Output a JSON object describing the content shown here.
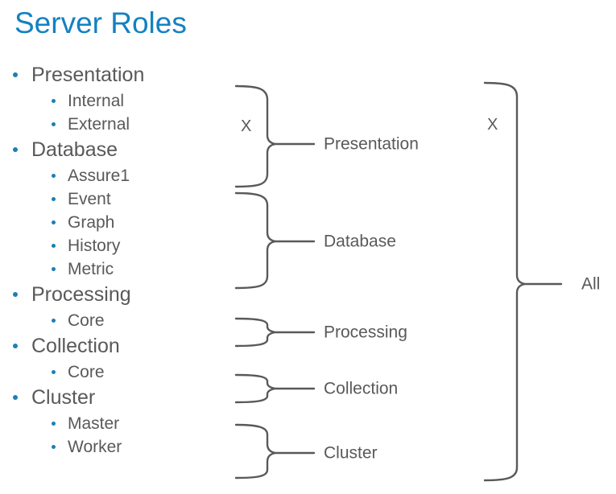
{
  "slide": {
    "title": "Server Roles",
    "background_color": "#ffffff",
    "title_color": "#1481C2",
    "text_color": "#595959",
    "bullet_color": "#1B7FB8",
    "brace_color": "#595959"
  },
  "outline": [
    {
      "level": 1,
      "label": "Presentation"
    },
    {
      "level": 2,
      "label": "Internal"
    },
    {
      "level": 2,
      "label": "External"
    },
    {
      "level": 1,
      "label": "Database"
    },
    {
      "level": 2,
      "label": "Assure1"
    },
    {
      "level": 2,
      "label": "Event"
    },
    {
      "level": 2,
      "label": "Graph"
    },
    {
      "level": 2,
      "label": "History"
    },
    {
      "level": 2,
      "label": "Metric"
    },
    {
      "level": 1,
      "label": "Processing"
    },
    {
      "level": 2,
      "label": "Core"
    },
    {
      "level": 1,
      "label": "Collection"
    },
    {
      "level": 2,
      "label": "Core"
    },
    {
      "level": 1,
      "label": "Cluster"
    },
    {
      "level": 2,
      "label": "Master"
    },
    {
      "level": 2,
      "label": "Worker"
    }
  ],
  "diagram": {
    "multiplier_labels": [
      {
        "name": "presentation-database-multiplier",
        "text": "X"
      },
      {
        "name": "all-multiplier",
        "text": "X"
      }
    ],
    "group_braces": [
      {
        "name": "presentation",
        "label": "Presentation"
      },
      {
        "name": "database",
        "label": "Database"
      },
      {
        "name": "processing",
        "label": "Processing"
      },
      {
        "name": "collection",
        "label": "Collection"
      },
      {
        "name": "cluster",
        "label": "Cluster"
      }
    ],
    "summary_brace": {
      "name": "all",
      "label": "All"
    }
  }
}
